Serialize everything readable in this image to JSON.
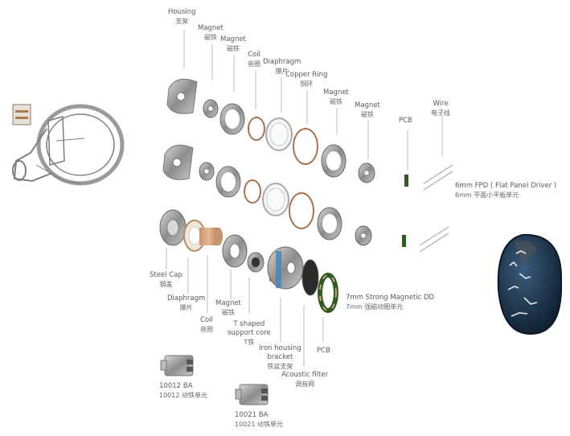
{
  "title": "Earphone exploded view",
  "top_labels": [
    {
      "id": "housing",
      "en": "Housing",
      "cn": "支架"
    },
    {
      "id": "magnet1",
      "en": "Magnet",
      "cn": "磁铁"
    },
    {
      "id": "magnet2",
      "en": "Magnet",
      "cn": "磁铁"
    },
    {
      "id": "coil",
      "en": "Coil",
      "cn": "音圈"
    },
    {
      "id": "diaphragm",
      "en": "Diaphragm",
      "cn": "膜片"
    },
    {
      "id": "copper_ring",
      "en": "Copper Ring",
      "cn": "铜环"
    },
    {
      "id": "magnet3",
      "en": "Magnet",
      "cn": "磁铁"
    },
    {
      "id": "magnet4",
      "en": "Magnet",
      "cn": "磁铁"
    },
    {
      "id": "pcb_top",
      "en": "PCB",
      "cn": ""
    },
    {
      "id": "wire",
      "en": "Wire",
      "cn": "电子线"
    }
  ],
  "fpd": {
    "en": "6mm FPD ( Flat Panel Driver )",
    "cn": "6mm 平面小平板单元"
  },
  "dd": {
    "en": "7mm Strong Magnetic DD",
    "cn": "7mm 强磁动圈单元"
  },
  "bottom_labels": [
    {
      "id": "steel_cap",
      "en": "Steel Cap",
      "cn": "钢盖"
    },
    {
      "id": "diaphragm_dd",
      "en": "Diaphragm",
      "cn": "膜片"
    },
    {
      "id": "coil_dd",
      "en": "Coil",
      "cn": "音圈"
    },
    {
      "id": "magnet_dd",
      "en": "Magnet",
      "cn": "磁铁"
    },
    {
      "id": "t_core",
      "en": "T shaped support core",
      "en2": "support core",
      "en1": "T shaped",
      "cn": "T铁"
    },
    {
      "id": "iron_bracket",
      "en1": "Iron housing",
      "en2": "bracket",
      "cn": "铁盆支架"
    },
    {
      "id": "acoustic_filter",
      "en": "Acoustic filter",
      "cn": "调音网"
    },
    {
      "id": "pcb_dd",
      "en": "PCB",
      "cn": ""
    }
  ],
  "ba_units": [
    {
      "id": "ba_10012",
      "en": "10012 BA",
      "cn": "10012 动铁单元"
    },
    {
      "id": "ba_10021",
      "en": "10021 BA",
      "cn": "10021 动铁单元"
    }
  ],
  "colors": {
    "metal": "#9a9a9a",
    "copper": "#b07a55",
    "pcb_green": "#2f5a22",
    "shell_blue": "#1d3550",
    "leader": "#bdbdbd",
    "blue_band": "#3f88c5"
  }
}
